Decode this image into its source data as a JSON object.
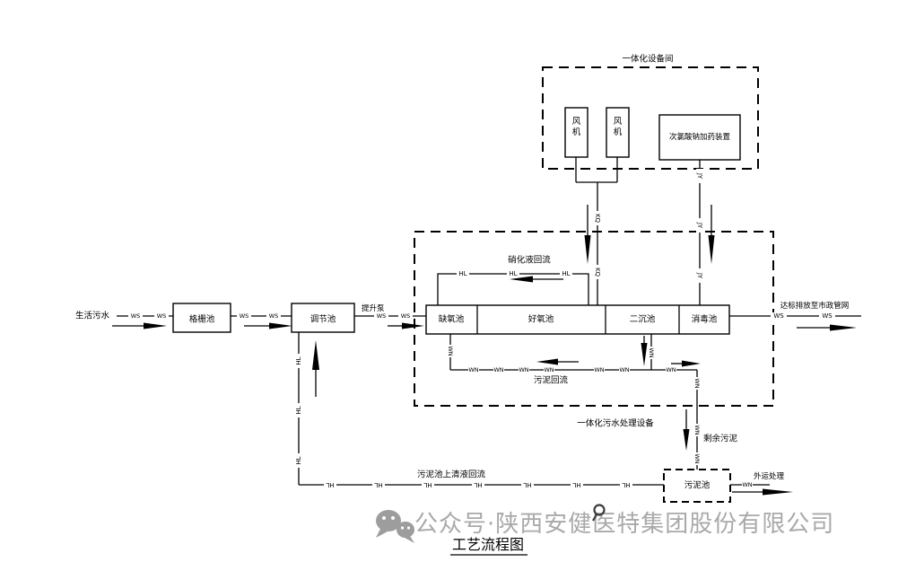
{
  "title": {
    "text": "工艺流程图"
  },
  "watermark": {
    "account_text": "公众号·陕西安健医特集团股份有限公司"
  },
  "equipment_room": {
    "label": "一体化设备间",
    "fan_left": "风机",
    "fan_right": "风机",
    "dosing_device": "次氯酸钠加药装置"
  },
  "tanks": {
    "screen": "格栅池",
    "regulating": "调节池",
    "anoxic": "缺氧池",
    "aerobic": "好氧池",
    "secondary_clarifier": "二沉池",
    "disinfection": "消毒池",
    "sludge": "污泥池"
  },
  "streams": {
    "influent": "生活污水",
    "lift_pump": "提升泵",
    "effluent": "达标排放至市政管网",
    "unit_label": "一体化污水处理设备",
    "nitrified_liquor_return": "硝化液回流",
    "sludge_return": "污泥回流",
    "excess_sludge": "剩余污泥",
    "supernatant_return": "污泥池上清液回流",
    "offsite_disposal": "外运处理"
  },
  "pipes": {
    "ws": "WS",
    "hl": "HL",
    "kq": "KQ",
    "jy": "JY",
    "wn": "WN"
  }
}
